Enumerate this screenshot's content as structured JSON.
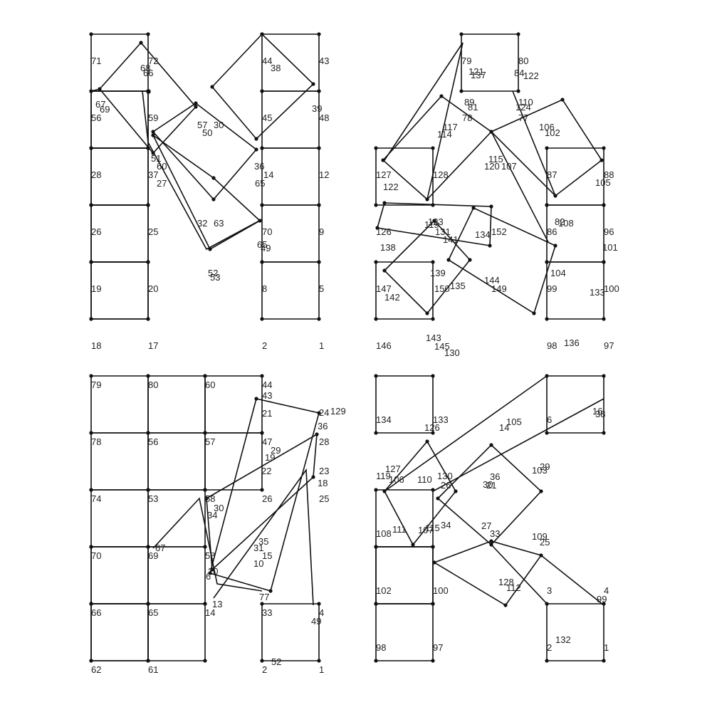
{
  "figures": [
    {
      "id": "letter-M",
      "labels": [
        {
          "text": "71"
        },
        {
          "text": "72"
        },
        {
          "text": "68"
        },
        {
          "text": "66"
        },
        {
          "text": "67"
        },
        {
          "text": "69"
        },
        {
          "text": "56"
        },
        {
          "text": "44"
        },
        {
          "text": "38"
        },
        {
          "text": "43"
        },
        {
          "text": "59"
        },
        {
          "text": "57"
        },
        {
          "text": "30"
        },
        {
          "text": "50"
        },
        {
          "text": "45"
        },
        {
          "text": "39"
        },
        {
          "text": "48"
        },
        {
          "text": "51"
        },
        {
          "text": "60"
        },
        {
          "text": "27"
        },
        {
          "text": "28"
        },
        {
          "text": "37"
        },
        {
          "text": "36"
        },
        {
          "text": "14"
        },
        {
          "text": "65"
        },
        {
          "text": "12"
        },
        {
          "text": "26"
        },
        {
          "text": "25"
        },
        {
          "text": "32"
        },
        {
          "text": "63"
        },
        {
          "text": "70"
        },
        {
          "text": "9"
        },
        {
          "text": "65"
        },
        {
          "text": "49"
        },
        {
          "text": "19"
        },
        {
          "text": "20"
        },
        {
          "text": "52"
        },
        {
          "text": "53"
        },
        {
          "text": "8"
        },
        {
          "text": "5"
        },
        {
          "text": "18"
        },
        {
          "text": "17"
        },
        {
          "text": "2"
        },
        {
          "text": "1"
        }
      ]
    },
    {
      "id": "letter-O-top",
      "labels": [
        {
          "text": "79"
        },
        {
          "text": "80"
        },
        {
          "text": "121"
        },
        {
          "text": "137"
        },
        {
          "text": "84"
        },
        {
          "text": "122"
        },
        {
          "text": "89"
        },
        {
          "text": "81"
        },
        {
          "text": "110"
        },
        {
          "text": "124"
        },
        {
          "text": "78"
        },
        {
          "text": "77"
        },
        {
          "text": "117"
        },
        {
          "text": "114"
        },
        {
          "text": "106"
        },
        {
          "text": "102"
        },
        {
          "text": "115"
        },
        {
          "text": "120"
        },
        {
          "text": "107"
        },
        {
          "text": "127"
        },
        {
          "text": "122"
        },
        {
          "text": "128"
        },
        {
          "text": "87"
        },
        {
          "text": "88"
        },
        {
          "text": "105"
        },
        {
          "text": "123"
        },
        {
          "text": "119"
        },
        {
          "text": "126"
        },
        {
          "text": "131"
        },
        {
          "text": "141"
        },
        {
          "text": "134"
        },
        {
          "text": "152"
        },
        {
          "text": "82"
        },
        {
          "text": "108"
        },
        {
          "text": "86"
        },
        {
          "text": "96"
        },
        {
          "text": "138"
        },
        {
          "text": "101"
        },
        {
          "text": "139"
        },
        {
          "text": "104"
        },
        {
          "text": "147"
        },
        {
          "text": "142"
        },
        {
          "text": "150"
        },
        {
          "text": "135"
        },
        {
          "text": "144"
        },
        {
          "text": "149"
        },
        {
          "text": "99"
        },
        {
          "text": "133"
        },
        {
          "text": "100"
        },
        {
          "text": "143"
        },
        {
          "text": "146"
        },
        {
          "text": "145"
        },
        {
          "text": "130"
        },
        {
          "text": "98"
        },
        {
          "text": "136"
        },
        {
          "text": "97"
        }
      ]
    },
    {
      "id": "letter-R",
      "labels": [
        {
          "text": "79"
        },
        {
          "text": "80"
        },
        {
          "text": "60"
        },
        {
          "text": "44"
        },
        {
          "text": "43"
        },
        {
          "text": "21"
        },
        {
          "text": "24"
        },
        {
          "text": "129"
        },
        {
          "text": "36"
        },
        {
          "text": "78"
        },
        {
          "text": "56"
        },
        {
          "text": "57"
        },
        {
          "text": "47"
        },
        {
          "text": "28"
        },
        {
          "text": "29"
        },
        {
          "text": "19"
        },
        {
          "text": "22"
        },
        {
          "text": "23"
        },
        {
          "text": "18"
        },
        {
          "text": "74"
        },
        {
          "text": "53"
        },
        {
          "text": "58"
        },
        {
          "text": "30"
        },
        {
          "text": "34"
        },
        {
          "text": "26"
        },
        {
          "text": "25"
        },
        {
          "text": "67"
        },
        {
          "text": "70"
        },
        {
          "text": "69"
        },
        {
          "text": "58"
        },
        {
          "text": "20"
        },
        {
          "text": "6"
        },
        {
          "text": "35"
        },
        {
          "text": "31"
        },
        {
          "text": "15"
        },
        {
          "text": "10"
        },
        {
          "text": "77"
        },
        {
          "text": "66"
        },
        {
          "text": "65"
        },
        {
          "text": "14"
        },
        {
          "text": "13"
        },
        {
          "text": "33"
        },
        {
          "text": "4"
        },
        {
          "text": "49"
        },
        {
          "text": "62"
        },
        {
          "text": "61"
        },
        {
          "text": "2"
        },
        {
          "text": "52"
        },
        {
          "text": "1"
        }
      ]
    },
    {
      "id": "letter-K",
      "labels": [
        {
          "text": "134"
        },
        {
          "text": "133"
        },
        {
          "text": "126"
        },
        {
          "text": "6"
        },
        {
          "text": "16"
        },
        {
          "text": "38"
        },
        {
          "text": "14"
        },
        {
          "text": "105"
        },
        {
          "text": "127"
        },
        {
          "text": "119"
        },
        {
          "text": "106"
        },
        {
          "text": "110"
        },
        {
          "text": "130"
        },
        {
          "text": "26"
        },
        {
          "text": "36"
        },
        {
          "text": "30"
        },
        {
          "text": "21"
        },
        {
          "text": "103"
        },
        {
          "text": "29"
        },
        {
          "text": "108"
        },
        {
          "text": "111"
        },
        {
          "text": "107"
        },
        {
          "text": "115"
        },
        {
          "text": "34"
        },
        {
          "text": "27"
        },
        {
          "text": "33"
        },
        {
          "text": "109"
        },
        {
          "text": "25"
        },
        {
          "text": "102"
        },
        {
          "text": "100"
        },
        {
          "text": "128"
        },
        {
          "text": "112"
        },
        {
          "text": "3"
        },
        {
          "text": "4"
        },
        {
          "text": "99"
        },
        {
          "text": "98"
        },
        {
          "text": "97"
        },
        {
          "text": "132"
        },
        {
          "text": "2"
        },
        {
          "text": "1"
        }
      ]
    }
  ]
}
